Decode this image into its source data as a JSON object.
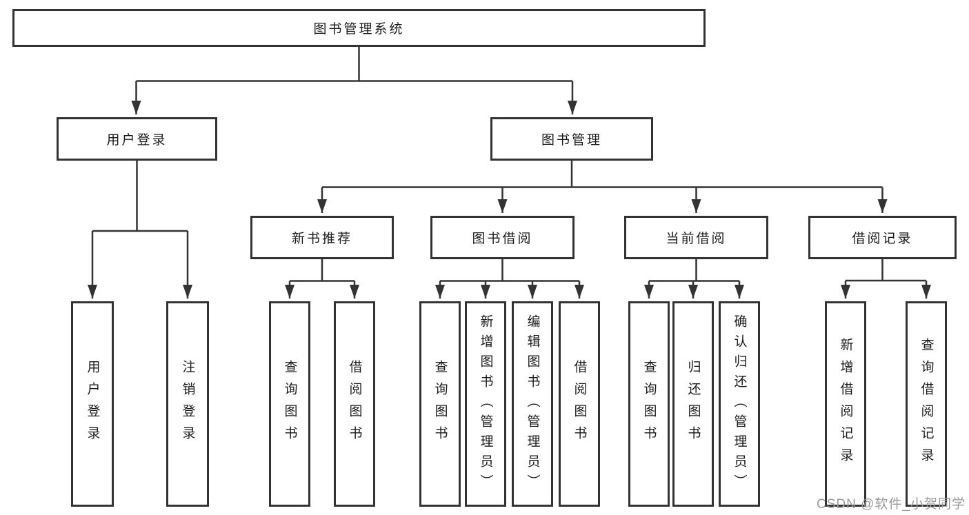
{
  "title": "图书管理系统",
  "watermark": "CSDN @软件_小贺同学",
  "colors": {
    "line": "#333333",
    "box_border": "#333333",
    "box_background": "#ffffff",
    "text": "#1a1a1a",
    "watermark_text": "#9a9a9a"
  },
  "tree": {
    "root": {
      "label": "图书管理系统"
    },
    "branches": [
      {
        "label": "用户登录",
        "children": [
          {
            "label": "用户登录"
          },
          {
            "label": "注销登录"
          }
        ]
      },
      {
        "label": "图书管理",
        "sections": [
          {
            "label": "新书推荐",
            "children": [
              {
                "label": "查询图书"
              },
              {
                "label": "借阅图书"
              }
            ]
          },
          {
            "label": "图书借阅",
            "children": [
              {
                "label": "查询图书"
              },
              {
                "label": "新增图书（管理员）"
              },
              {
                "label": "编辑图书（管理员）"
              },
              {
                "label": "借阅图书"
              }
            ]
          },
          {
            "label": "当前借阅",
            "children": [
              {
                "label": "查询图书"
              },
              {
                "label": "归还图书"
              },
              {
                "label": "确认归还（管理员）"
              }
            ]
          },
          {
            "label": "借阅记录",
            "children": [
              {
                "label": "新增借阅记录"
              },
              {
                "label": "查询借阅记录"
              }
            ]
          }
        ]
      }
    ]
  }
}
